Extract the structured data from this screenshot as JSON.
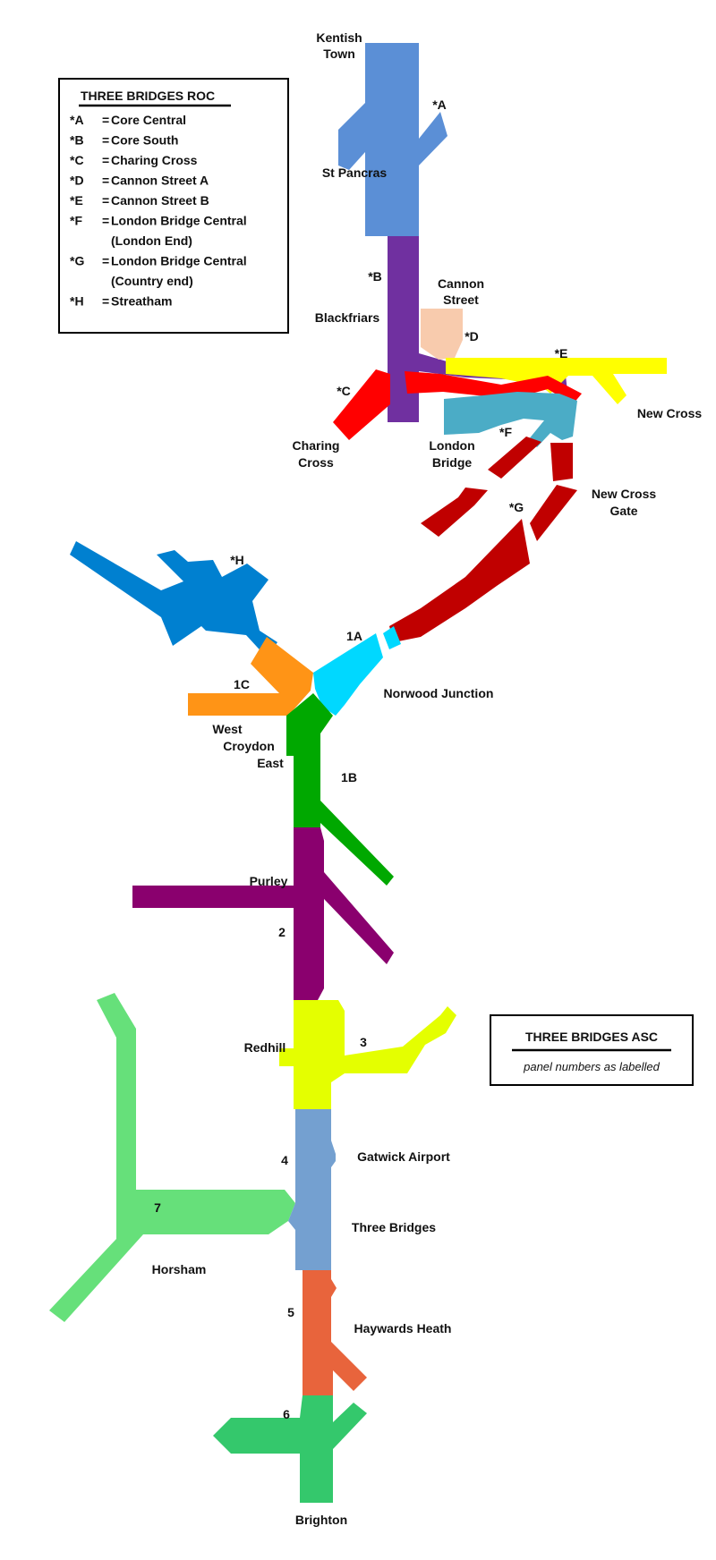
{
  "roc_legend": {
    "title": "THREE BRIDGES ROC",
    "entries": [
      {
        "code": "*A",
        "sep": "=",
        "name": "Core Central"
      },
      {
        "code": "*B",
        "sep": "=",
        "name": "Core South"
      },
      {
        "code": "*C",
        "sep": "=",
        "name": "Charing Cross"
      },
      {
        "code": "*D",
        "sep": "=",
        "name": "Cannon Street A"
      },
      {
        "code": "*E",
        "sep": "=",
        "name": "Cannon Street B"
      },
      {
        "code": "*F",
        "sep": "=",
        "name": "London Bridge Central",
        "name2": "(London End)"
      },
      {
        "code": "*G",
        "sep": "=",
        "name": "London Bridge Central",
        "name2": "(Country end)"
      },
      {
        "code": "*H",
        "sep": "=",
        "name": "Streatham"
      }
    ]
  },
  "asc_legend": {
    "title": "THREE BRIDGES ASC",
    "subtitle": "panel numbers as labelled"
  },
  "stations": {
    "kentish_town_1": "Kentish",
    "kentish_town_2": "Town",
    "st_pancras": "St Pancras",
    "blackfriars": "Blackfriars",
    "cannon_street_1": "Cannon",
    "cannon_street_2": "Street",
    "charing_cross_1": "Charing",
    "charing_cross_2": "Cross",
    "london_bridge_1": "London",
    "london_bridge_2": "Bridge",
    "new_cross": "New Cross",
    "new_cross_gate_1": "New Cross",
    "new_cross_gate_2": "Gate",
    "norwood_junction": "Norwood Junction",
    "west_croydon_1": "West",
    "west_croydon_2": "Croydon",
    "west_croydon_3": "East",
    "purley": "Purley",
    "redhill": "Redhill",
    "gatwick_airport": "Gatwick Airport",
    "three_bridges": "Three Bridges",
    "horsham": "Horsham",
    "haywards_heath": "Haywards Heath",
    "brighton": "Brighton"
  },
  "area_labels": {
    "A": "*A",
    "B": "*B",
    "C": "*C",
    "D": "*D",
    "E": "*E",
    "F": "*F",
    "G": "*G",
    "H": "*H",
    "p1A": "1A",
    "p1B": "1B",
    "p1C": "1C",
    "p2": "2",
    "p3": "3",
    "p4": "4",
    "p5": "5",
    "p6": "6",
    "p7": "7"
  },
  "area_colors": {
    "core_central": "#5b8fd6",
    "core_south": "#7030a0",
    "charing_cross": "#ff0000",
    "cannon_street_a": "#f8cbad",
    "cannon_street_b": "#ffff00",
    "london_bridge_london_end": "#4bacc6",
    "london_bridge_country_end": "#c00000",
    "streatham": "#0080d0",
    "panel_1a": "#00d8ff",
    "panel_1b": "#00a800",
    "panel_1c": "#ff9416",
    "panel_2": "#8a006e",
    "panel_3": "#e4ff00",
    "panel_4": "#74a0d0",
    "panel_5": "#e8643c",
    "panel_6": "#34c86c",
    "panel_7": "#66e07a"
  }
}
